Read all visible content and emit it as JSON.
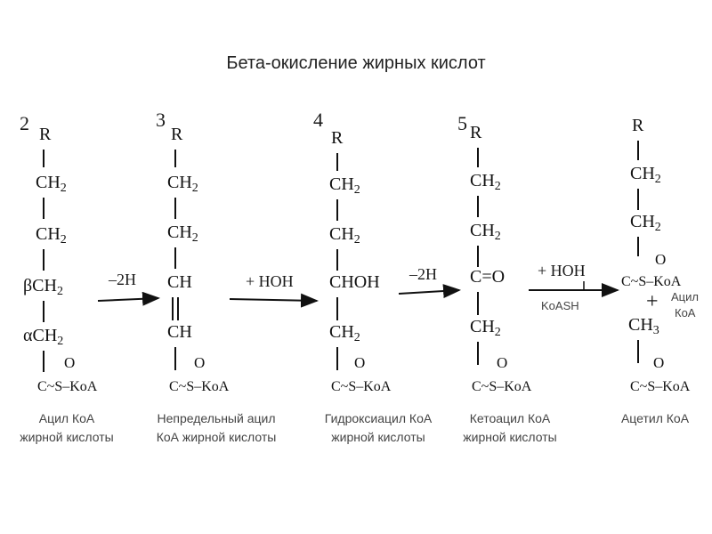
{
  "title": "Бета-окисление жирных кислот",
  "steps": [
    "2",
    "3",
    "4",
    "5"
  ],
  "columns": [
    {
      "groups": [
        "R",
        "CH",
        "CH",
        "βCH",
        "αCH",
        "C"
      ],
      "tail": "~S–KoA",
      "oxygen": "O",
      "caption": [
        "Ацил КоА",
        "жирной кислоты"
      ]
    },
    {
      "groups": [
        "R",
        "CH",
        "CH",
        "CH",
        "CH",
        "C"
      ],
      "tail": "~S–KoA",
      "oxygen": "O",
      "caption": [
        "Непредельный ацил",
        "КоА жирной кислоты"
      ]
    },
    {
      "groups": [
        "R",
        "CH",
        "CH",
        "CHOH",
        "CH",
        "C"
      ],
      "tail": "~S–KoA",
      "oxygen": "O",
      "caption": [
        "Гидроксиацил КоА",
        "жирной кислоты"
      ]
    },
    {
      "groups": [
        "R",
        "CH",
        "CH",
        "C",
        "CH",
        "C"
      ],
      "tail": "~S–KoA",
      "oxygen": "O",
      "carbonyl": "=O",
      "caption": [
        "Кетоацил КоА",
        "жирной кислоты"
      ]
    },
    {
      "groups": [
        "R",
        "CH",
        "CH",
        "C",
        "CH",
        "C"
      ],
      "tail": "~S–KoA",
      "oxygen": "O",
      "caption": [
        "Ацетил КоА"
      ]
    }
  ],
  "subscripts": {
    "two": "2",
    "three": "3"
  },
  "arrows": [
    {
      "label": "–2H"
    },
    {
      "label": "+ HOH"
    },
    {
      "label": "–2H"
    },
    {
      "label": "+ HOH",
      "sublabel": "KoASH"
    }
  ],
  "product": {
    "plus": "+",
    "acyl": "Ацил",
    "koa": "КоА",
    "upper_tail": "~S–KoA"
  }
}
